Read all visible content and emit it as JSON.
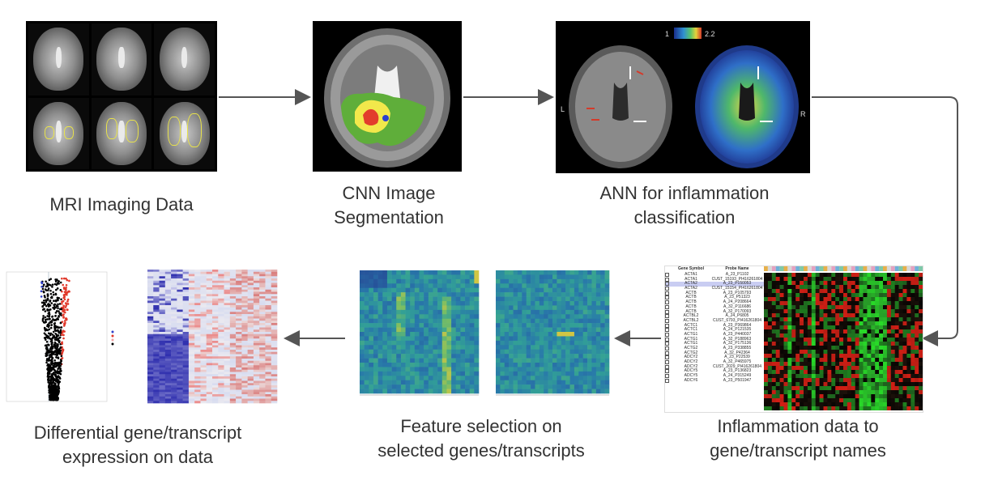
{
  "steps": {
    "mri": {
      "caption": "MRI Imaging Data"
    },
    "cnn": {
      "caption_line1": "CNN Image",
      "caption_line2": "Segmentation"
    },
    "ann": {
      "caption_line1": "ANN for inflammation",
      "caption_line2": "classification",
      "scale_min": "1",
      "scale_max": "2.2",
      "side_left": "L",
      "side_right": "R"
    },
    "inflammation": {
      "caption_line1": "Inflammation data to",
      "caption_line2": "gene/transcript names",
      "col_symbol": "Gene Symbol",
      "col_probe": "Probe Name"
    },
    "feature": {
      "caption_line1": "Feature selection on",
      "caption_line2": "selected genes/transcripts"
    },
    "differential": {
      "caption_line1": "Differential gene/transcript",
      "caption_line2": "expression on data"
    }
  },
  "gene_rows": [
    [
      "ACTA1",
      "A_23_P1102"
    ],
    [
      "ACTA1",
      "CUST_15193_PI416261804"
    ],
    [
      "ACTA2",
      "A_23_P150053"
    ],
    [
      "ACTA2",
      "CUST_15154_PI416261804"
    ],
    [
      "ACTB",
      "A_23_P105793"
    ],
    [
      "ACTB",
      "A_23_P51323"
    ],
    [
      "ACTB",
      "A_24_P208664"
    ],
    [
      "ACTB",
      "A_32_P116686"
    ],
    [
      "ACTB",
      "A_32_P170093"
    ],
    [
      "ACTBL2",
      "A_24_P6805"
    ],
    [
      "ACTBL2",
      "CUST_6793_PI416261804"
    ],
    [
      "ACTC1",
      "A_23_P369864"
    ],
    [
      "ACTC1",
      "A_24_P121535"
    ],
    [
      "ACTG1",
      "A_23_P440037"
    ],
    [
      "ACTG1",
      "A_32_P188963"
    ],
    [
      "ACTG1",
      "A_32_P175136"
    ],
    [
      "ACTG2",
      "A_23_P338855"
    ],
    [
      "ACTG2",
      "A_32_P42364"
    ],
    [
      "ADCY2",
      "A_23_P22539"
    ],
    [
      "ADCY2",
      "A_32_P465975"
    ],
    [
      "ADCY2",
      "CUST_2029_PI416261804"
    ],
    [
      "ADCY5",
      "A_23_P136823"
    ],
    [
      "ADCY5",
      "A_24_P315249"
    ],
    [
      "ADCY6",
      "A_23_P501947"
    ]
  ],
  "colors": {
    "arrow": "#555555",
    "seg_green": "#5fae3a",
    "seg_yellow": "#f2e84b",
    "seg_red": "#e23d2c",
    "volcano_up": "#e0382a",
    "volcano_down": "#2f3fc8",
    "volcano_ns": "#000000"
  }
}
